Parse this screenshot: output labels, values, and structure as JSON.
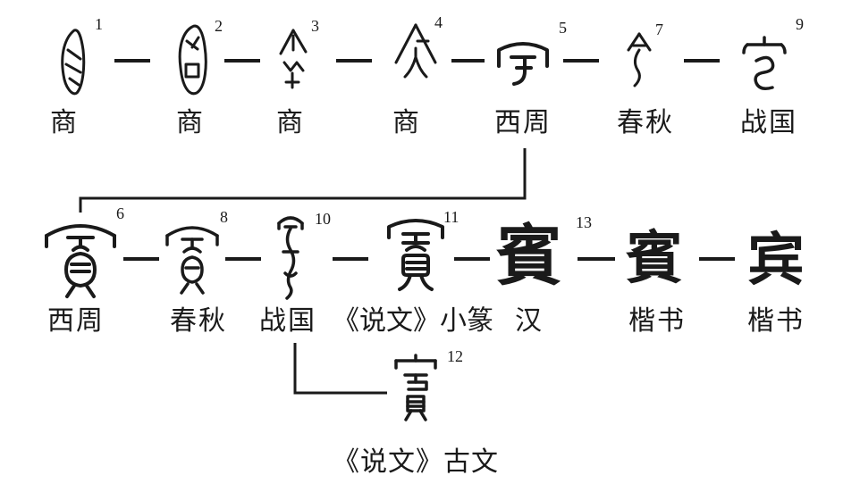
{
  "colors": {
    "ink": "#1a1a1a",
    "background": "#ffffff"
  },
  "row1": {
    "items": [
      {
        "num": "1",
        "label": "商"
      },
      {
        "num": "2",
        "label": "商"
      },
      {
        "num": "3",
        "label": "商"
      },
      {
        "num": "4",
        "label": "商"
      },
      {
        "num": "5",
        "label": "西周"
      },
      {
        "num": "7",
        "label": "春秋"
      },
      {
        "num": "9",
        "label": "战国"
      }
    ]
  },
  "row2": {
    "items": [
      {
        "num": "6",
        "label": "西周"
      },
      {
        "num": "8",
        "label": "春秋"
      },
      {
        "num": "10",
        "label": "战国"
      },
      {
        "num": "11",
        "label": "《说文》小篆"
      },
      {
        "num": "13",
        "label": "汉",
        "char": "賓"
      },
      {
        "num": "",
        "label": "楷书",
        "char": "賓"
      },
      {
        "num": "",
        "label": "楷书",
        "char": "宾"
      }
    ]
  },
  "branch": {
    "num": "12",
    "label": "《说文》古文"
  }
}
